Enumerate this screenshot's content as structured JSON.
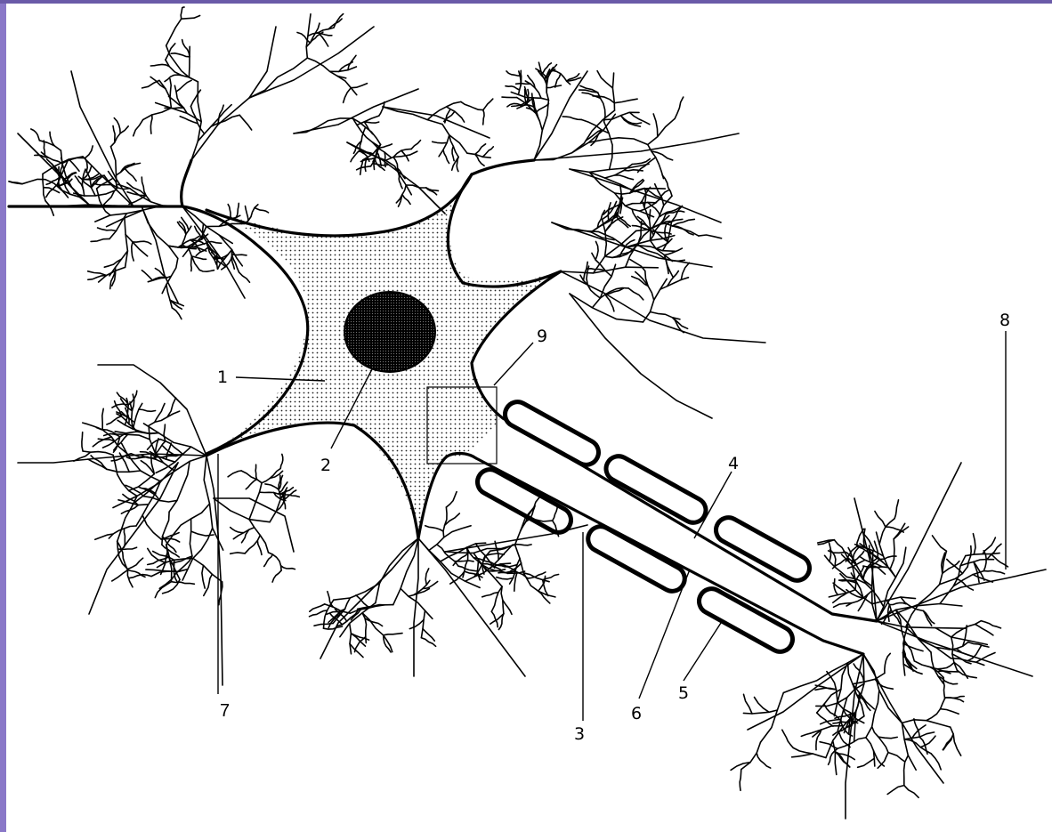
{
  "colors": {
    "left_bar": "#8a78c8",
    "top_bar": "#6a5aa8",
    "ink": "#000000",
    "background": "#ffffff"
  },
  "labels": {
    "l1": "1",
    "l2": "2",
    "l3": "3",
    "l4": "4",
    "l5": "5",
    "l6": "6",
    "l7": "7",
    "l8": "8",
    "l9": "9"
  }
}
